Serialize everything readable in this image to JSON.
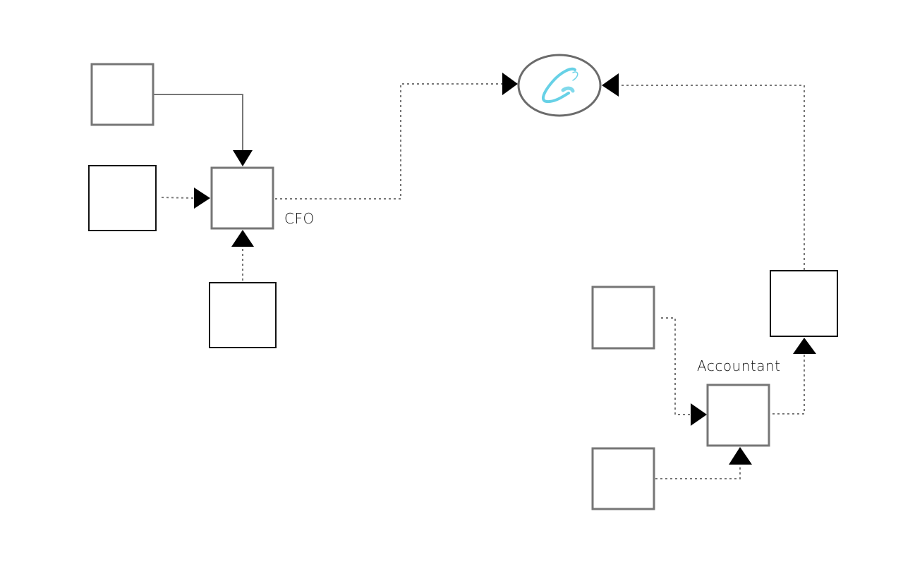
{
  "diagram": {
    "labels": {
      "cfo": "CFO",
      "accountant": "Accountant"
    },
    "colors": {
      "box_gray": "#767676",
      "box_black": "#111111",
      "connector": "#777777",
      "arrow": "#000000",
      "logo": "#4cc9e2"
    },
    "central_node": {
      "icon": "logo-swirl-icon",
      "shape": "ellipse"
    }
  }
}
